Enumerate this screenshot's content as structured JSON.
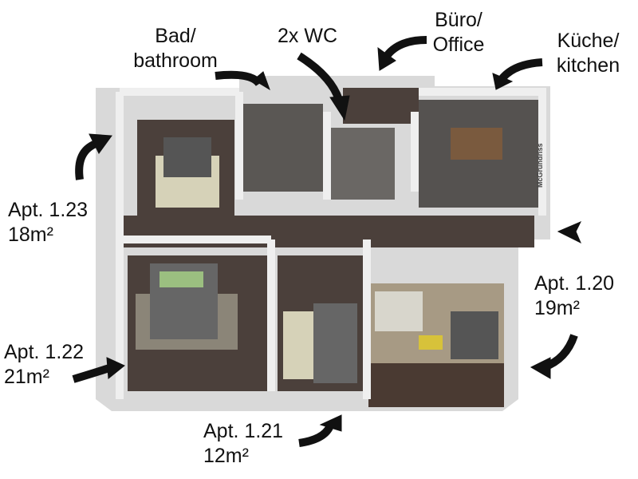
{
  "labels": {
    "bathroom": {
      "line1": "Bad/",
      "line2": "bathroom"
    },
    "wc": {
      "line1": "2x WC"
    },
    "office": {
      "line1": "Büro/",
      "line2": "Office"
    },
    "kitchen": {
      "line1": "Küche/",
      "line2": "kitchen"
    },
    "apt_1_23": {
      "name": "Apt. 1.23",
      "size": "18m²"
    },
    "apt_1_22": {
      "name": "Apt. 1.22",
      "size": "21m²"
    },
    "apt_1_21": {
      "name": "Apt. 1.21",
      "size": "12m²"
    },
    "apt_1_20": {
      "name": "Apt. 1.20",
      "size": "19m²"
    }
  },
  "watermark": "McGrundriss",
  "colors": {
    "floor": "#4b403b",
    "wall": "#e8e8e8",
    "tile": "#5a5754",
    "arrow": "#111111"
  }
}
